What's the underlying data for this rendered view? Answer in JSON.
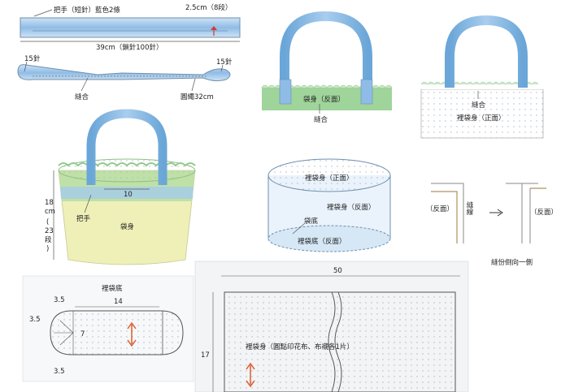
{
  "handle_strip": {
    "label": "把手（短針）藍色2條",
    "height_label": "2.5cm（8段）",
    "width_label": "39cm（鎖針100針）"
  },
  "handle_sewn": {
    "left_stitches": "15針",
    "right_stitches": "15針",
    "seam_label": "縫合",
    "cord_label": "圓繩32cm"
  },
  "attach_outer": {
    "body_label": "袋身（反面）",
    "seam_label": "縫合"
  },
  "attach_lining": {
    "seam_label": "縫合",
    "lining_label": "裡袋身（正面）"
  },
  "bag": {
    "handle_label": "把手",
    "body_label": "袋身",
    "gap_label": "10",
    "height_label": [
      "18",
      "cm",
      "(",
      "23",
      "段",
      ")"
    ]
  },
  "cylinder": {
    "lining_front": "裡袋身（正面）",
    "lining_back": "裡袋身（反面）",
    "bottom_label": "袋底",
    "lining_bottom_back": "裡袋底（反面）"
  },
  "seam_detail": {
    "back_left": "（反面）",
    "back_right": "（反面）",
    "seam_line_label": "縫線",
    "note": "縫份倒向一側"
  },
  "bottom_piece": {
    "title": "裡袋底",
    "width": "14",
    "radius_top": "3.5",
    "radius_left": "3.5",
    "radius_bottom": "3.5",
    "inner_height": "7"
  },
  "body_piece": {
    "width": "50",
    "height": "17",
    "label": "裡袋身（圓點印花布、布襯各1片）"
  },
  "colors": {
    "blue": "#7fb0dc",
    "green": "#8fca8a",
    "yellow": "#eef0b8",
    "line": "#555555"
  }
}
